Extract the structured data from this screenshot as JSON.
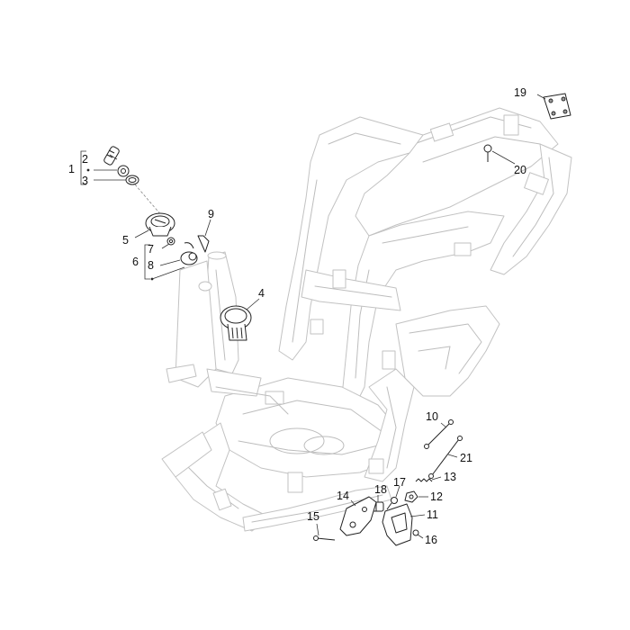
{
  "callouts": [
    {
      "id": "1",
      "label": "1"
    },
    {
      "id": "2",
      "label": "2"
    },
    {
      "id": "3",
      "label": "3"
    },
    {
      "id": "4",
      "label": "4"
    },
    {
      "id": "5",
      "label": "5"
    },
    {
      "id": "6",
      "label": "6"
    },
    {
      "id": "7",
      "label": "7"
    },
    {
      "id": "8",
      "label": "8"
    },
    {
      "id": "9",
      "label": "9"
    },
    {
      "id": "10",
      "label": "10"
    },
    {
      "id": "11",
      "label": "11"
    },
    {
      "id": "12",
      "label": "12"
    },
    {
      "id": "13",
      "label": "13"
    },
    {
      "id": "14",
      "label": "14"
    },
    {
      "id": "15",
      "label": "15"
    },
    {
      "id": "16",
      "label": "16"
    },
    {
      "id": "17",
      "label": "17"
    },
    {
      "id": "18",
      "label": "18"
    },
    {
      "id": "19",
      "label": "19"
    },
    {
      "id": "20",
      "label": "20"
    },
    {
      "id": "21",
      "label": "21"
    }
  ],
  "colors": {
    "frame_line": "#c2c2c2",
    "part_line": "#222222",
    "label": "#111111"
  }
}
